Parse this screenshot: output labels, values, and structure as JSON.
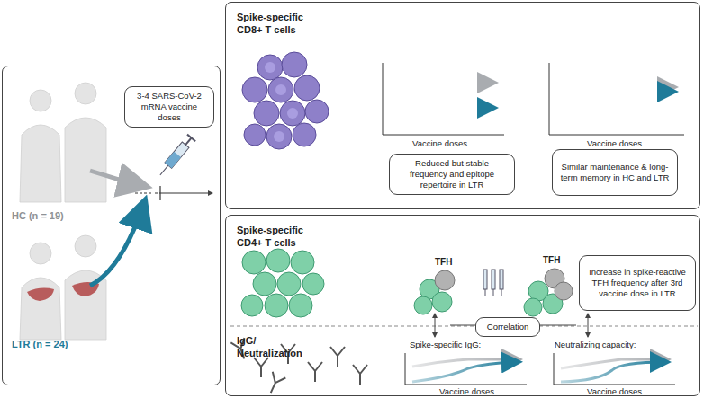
{
  "diagram": {
    "nodes": [
      {
        "text": [
          "HC (n = 19)",
          "LTR (n = 24)"
        ]
      },
      {
        "text": [
          "3-4 SARS-CoV-2 mRNA vaccine doses"
        ],
        "in": 0
      },
      {
        "text": [
          "Spike-specific CD8+ T cells"
        ]
      },
      {
        "text": [
          "Reduced but stable frequency and epitope repertoire in LTR"
        ],
        "in": 2
      },
      {
        "text": [
          "Similar maintenance & long-term memory in HC and LTR"
        ],
        "in": 2
      },
      {
        "text": [
          "Spike-specific CD4+ T cells",
          "IgG/ Neutralization"
        ]
      },
      {
        "text": [
          "Increase in spike-reactive TFH frequency after 3rd vaccine dose in LTR"
        ],
        "in": 5
      },
      {
        "text": [
          "Correlation"
        ],
        "in": 5
      }
    ],
    "labels": [
      "Vaccine doses",
      "Vaccine doses",
      "TFH",
      "TFH",
      "Spike-specific IgG:",
      "Neutralizing capacity:",
      "Vaccine doses",
      "Vaccine doses"
    ]
  }
}
